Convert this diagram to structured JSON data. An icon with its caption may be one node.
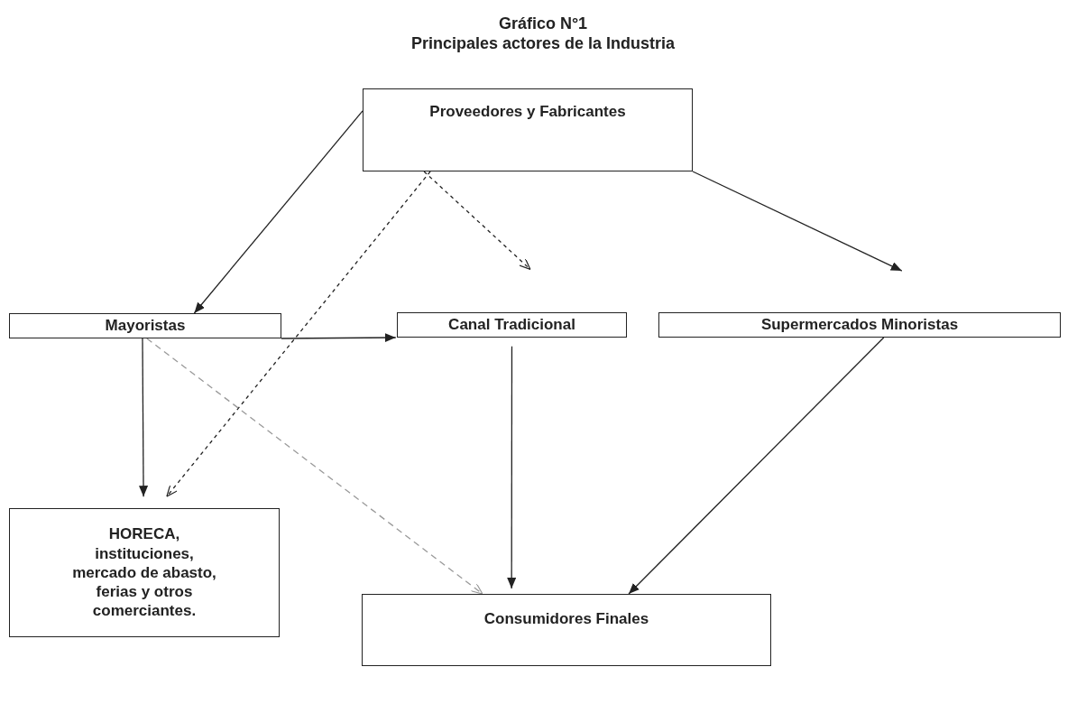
{
  "diagram": {
    "title": "Gráfico N°1",
    "nodes": [
      {
        "text": [
          "Proveedores y Fabricantes"
        ]
      },
      {
        "text": [
          "Mayoristas"
        ]
      },
      {
        "text": [
          "Canal Tradicional"
        ]
      },
      {
        "text": [
          "Supermercados Minoristas"
        ]
      },
      {
        "text": [
          "HORECA, instituciones, mercado de abasto, ferias y otros comerciantes."
        ]
      },
      {
        "text": [
          "Consumidores Finales"
        ]
      }
    ],
    "edges": [
      {
        "from": 0,
        "to": 1,
        "arrow": "to"
      },
      {
        "from": 0,
        "to": 2,
        "arrow": "to",
        "style": "dashed"
      },
      {
        "from": 0,
        "to": 3,
        "arrow": "to"
      },
      {
        "from": 0,
        "to": 4,
        "arrow": "to",
        "style": "dashed"
      },
      {
        "from": 1,
        "to": 2,
        "arrow": "to"
      },
      {
        "from": 1,
        "to": 4,
        "arrow": "to"
      },
      {
        "from": 1,
        "to": 5,
        "arrow": "to",
        "style": "dashed",
        "color": "#999999"
      },
      {
        "from": 2,
        "to": 5,
        "arrow": "to"
      },
      {
        "from": 3,
        "to": 5,
        "arrow": "to"
      }
    ],
    "labels": [
      "Principales actores de la Industria"
    ]
  }
}
